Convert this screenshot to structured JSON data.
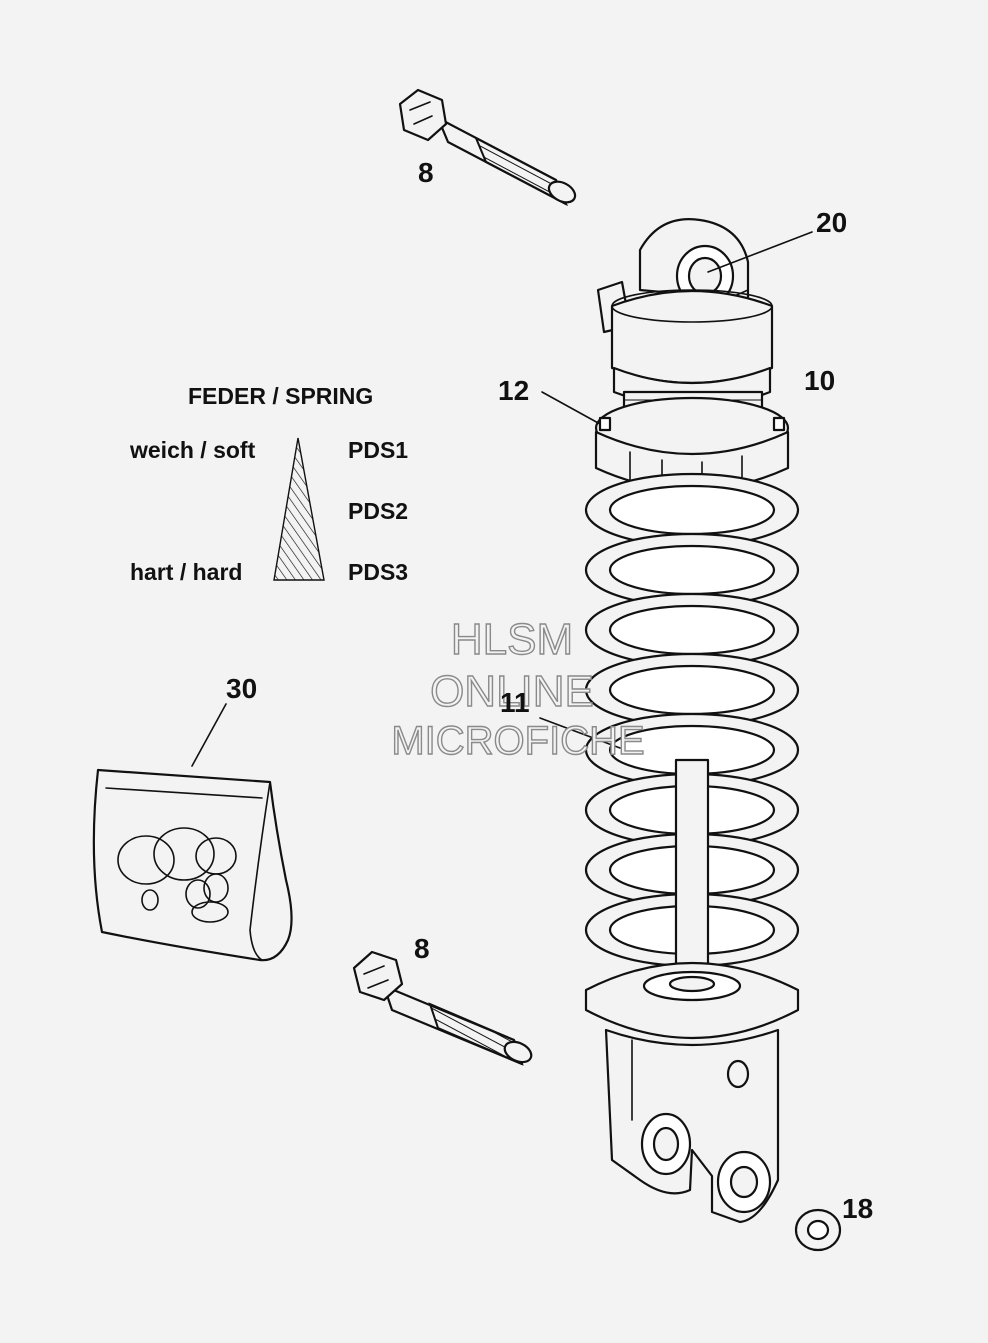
{
  "callouts": {
    "bolt_top": "8",
    "top_eye": "20",
    "shock": "10",
    "adjuster_ring": "12",
    "spring": "11",
    "seal_kit": "30",
    "bolt_bottom": "8",
    "bushing": "18"
  },
  "legend": {
    "title": "FEDER / SPRING",
    "soft": "weich / soft",
    "hard": "hart / hard",
    "codes": [
      "PDS1",
      "PDS2",
      "PDS3"
    ]
  },
  "watermark": {
    "line1": "HLSM",
    "line2": "ONLINE",
    "line3": "MICROFICHE"
  }
}
